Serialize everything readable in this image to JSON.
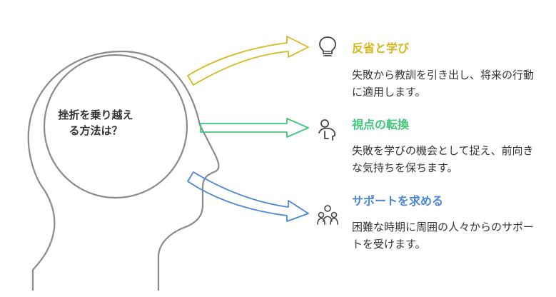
{
  "center": {
    "line1": "挫折を乗り越え",
    "line2": "る方法は？"
  },
  "items": [
    {
      "title": "反省と学び",
      "description": "失敗から教訓を引き出し、将来の行動に適用します。",
      "color": "#d4b91e",
      "icon": "lightbulb-icon"
    },
    {
      "title": "視点の転換",
      "description": "失敗を学びの機会として捉え、前向きな気持ちを保ちます。",
      "color": "#3fc77a",
      "icon": "person-head-icon"
    },
    {
      "title": "サポートを求める",
      "description": "困難な時期に周囲の人々からのサポートを受けます。",
      "color": "#4a86d6",
      "icon": "group-support-icon"
    }
  ],
  "colors": {
    "outline": "#8a8a8a",
    "text": "#333333"
  }
}
